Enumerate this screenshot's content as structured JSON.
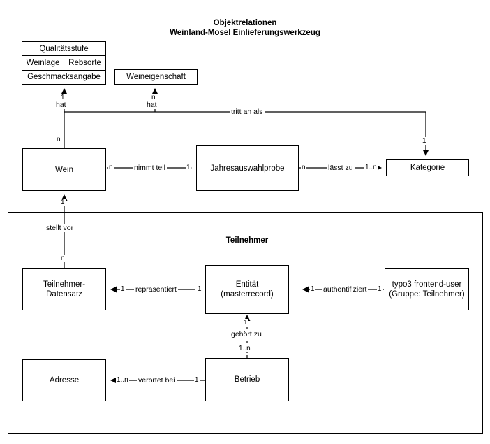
{
  "diagram": {
    "title_line1": "Objektrelationen",
    "title_line2": "Weinland-Mosel Einlieferungswerkzeug",
    "stroke_color": "#000000",
    "background_color": "#ffffff"
  },
  "stacked_entity": {
    "name": "wine-attributes-stack",
    "rows": [
      {
        "cells": [
          "Qualitätsstufe"
        ]
      },
      {
        "cells": [
          "Weinlage",
          "Rebsorte"
        ]
      },
      {
        "cells": [
          "Geschmacksangabe"
        ]
      }
    ]
  },
  "entities": [
    {
      "id": "weineigenschaft",
      "label": "Weineigenschaft"
    },
    {
      "id": "wein",
      "label": "Wein"
    },
    {
      "id": "jahresauswahlprobe",
      "label": "Jahresauswahlprobe"
    },
    {
      "id": "kategorie",
      "label": "Kategorie"
    },
    {
      "id": "teilnehmer-datensatz",
      "label": "Teilnehmer-Datensatz"
    },
    {
      "id": "entitaet",
      "label": "Entität (masterrecord)"
    },
    {
      "id": "typo3-frontend-user",
      "label_line1": "typo3 frontend-user",
      "label_line2": "(Gruppe: Teilnehmer)"
    },
    {
      "id": "adresse",
      "label": "Adresse"
    },
    {
      "id": "betrieb",
      "label": "Betrieb"
    }
  ],
  "group": {
    "id": "teilnehmer-group",
    "title": "Teilnehmer"
  },
  "relations": [
    {
      "id": "hat-qualitaet",
      "label": "hat",
      "from_card": "n",
      "to_card": "1"
    },
    {
      "id": "hat-weineigenschaft",
      "label": "hat",
      "to_card": "n"
    },
    {
      "id": "tritt-an-als",
      "label": "tritt an als",
      "to_card": "1"
    },
    {
      "id": "nimmt-teil",
      "label": "nimmt teil",
      "from_card": "n",
      "to_card": "1"
    },
    {
      "id": "laesst-zu",
      "label": "lässt zu",
      "from_card": "n",
      "to_card": "1..n"
    },
    {
      "id": "stellt-vor",
      "label": "stellt vor",
      "from_card": "n",
      "to_card": "1"
    },
    {
      "id": "repraesentiert",
      "label": "repräsentiert",
      "from_card": "1",
      "to_card": "1"
    },
    {
      "id": "authentifiziert",
      "label": "authentifiziert",
      "from_card": "1",
      "to_card": "1"
    },
    {
      "id": "gehoert-zu",
      "label": "gehört zu",
      "from_card": "1..n",
      "to_card": "1"
    },
    {
      "id": "verortet-bei",
      "label": "verortet bei",
      "from_card": "1",
      "to_card": "1..n"
    }
  ]
}
